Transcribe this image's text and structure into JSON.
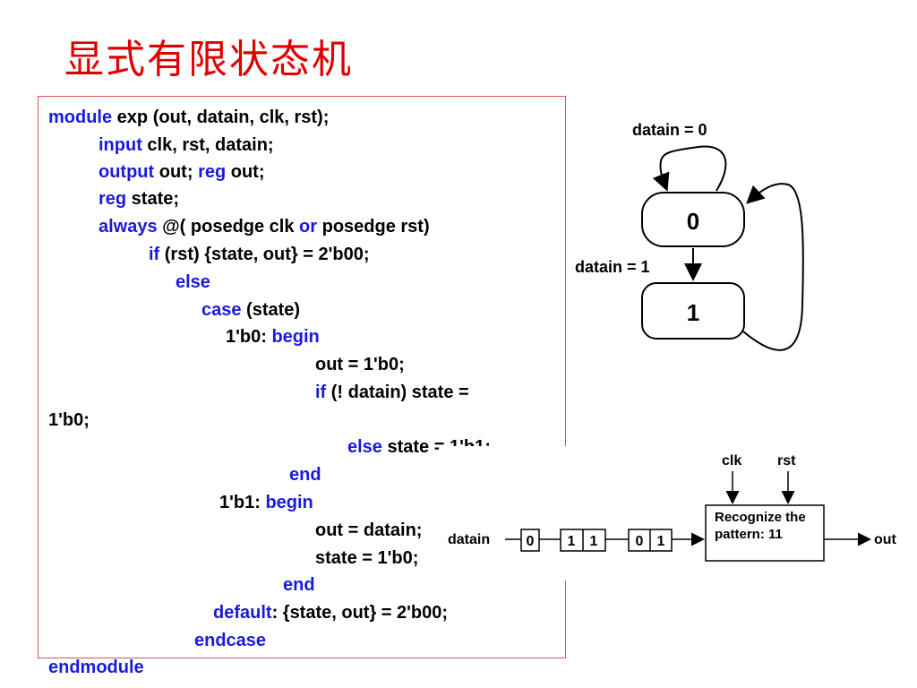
{
  "title": "显式有限状态机",
  "code": {
    "l1_kw": "module",
    "l1_t": " exp (out, datain, clk, rst);",
    "l2_kw": "input",
    "l2_t": " clk, rst, datain;",
    "l3_kw1": "output",
    "l3_t1": " out; ",
    "l3_kw2": "reg",
    "l3_t2": " out;",
    "l4_kw": "reg",
    "l4_t": " state;",
    "l5_kw1": "always",
    "l5_t1": " @( posedge clk ",
    "l5_kw2": "or",
    "l5_t2": " posedge rst)",
    "l6_kw": "if",
    "l6_t": " (rst) {state, out} = 2'b00;",
    "l7_kw": "else",
    "l8_kw": "case",
    "l8_t": " (state)",
    "l9_t": "1'b0: ",
    "l9_kw": "begin",
    "l10_t": "out = 1'b0;",
    "l11_kw": "if",
    "l11_t": " (! datain) state =",
    "l12_t": "1'b0;",
    "l13_kw": "else",
    "l13_t": " state = 1'b1;",
    "l14_kw": "end",
    "l15_t": "1'b1: ",
    "l15_kw": "begin",
    "l16_t": "out = datain;",
    "l17_t": "state = 1'b0;",
    "l18_kw": "end",
    "l19_kw": "default",
    "l19_t": ": {state, out} = 2'b00;",
    "l20_kw": "endcase",
    "l21_kw": "endmodule"
  },
  "fsm": {
    "self_loop_label": "datain = 0",
    "state0": "0",
    "state1": "1",
    "transition_label": "datain = 1"
  },
  "pipeline": {
    "input_label": "datain",
    "bits": [
      "0",
      "1",
      "1",
      "0",
      "1"
    ],
    "clk_label": "clk",
    "rst_label": "rst",
    "box_line1": "Recognize the",
    "box_line2": "pattern: 11",
    "output_label": "out"
  },
  "colors": {
    "title": "#e00000",
    "keyword": "#1a1adc",
    "border": "#e05050"
  }
}
